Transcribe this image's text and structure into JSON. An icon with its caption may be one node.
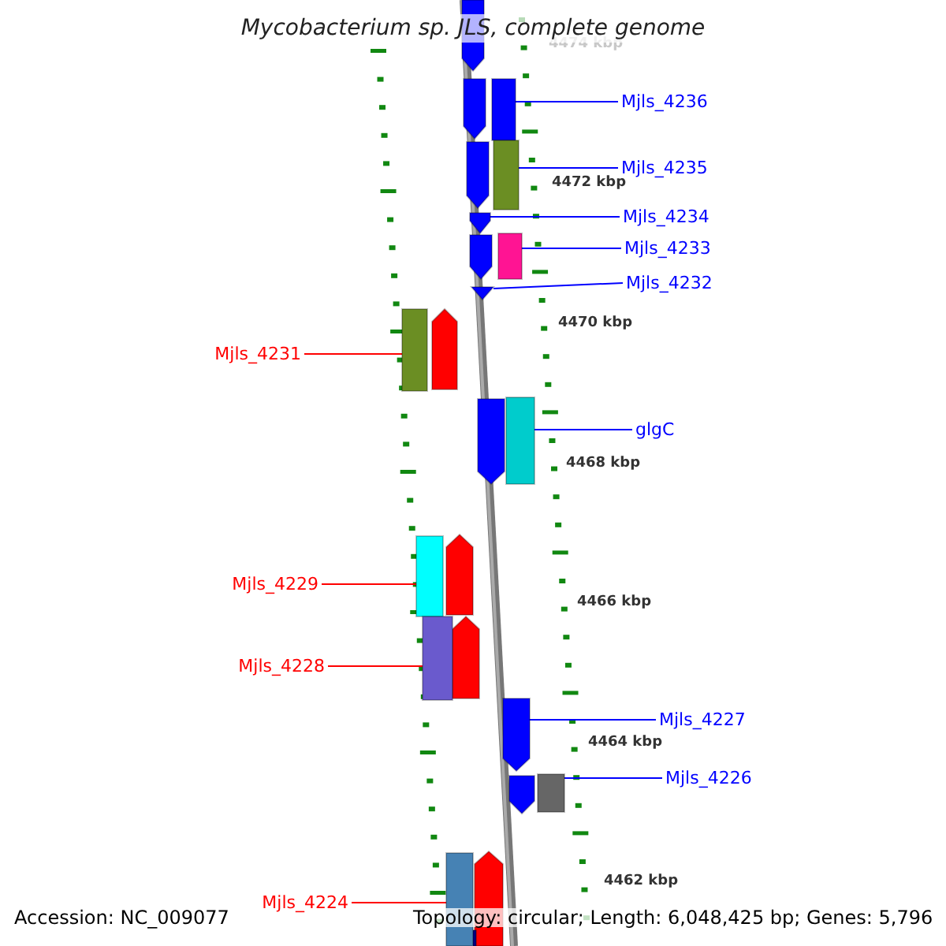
{
  "diagram": {
    "title": "Mycobacterium sp. JLS, complete genome",
    "nodes": [
      {
        "text": [
          "Mjls_4236"
        ]
      },
      {
        "text": [
          "Mjls_4235"
        ]
      },
      {
        "text": [
          "Mjls_4234"
        ]
      },
      {
        "text": [
          "Mjls_4233"
        ]
      },
      {
        "text": [
          "Mjls_4232"
        ]
      },
      {
        "text": [
          "Mjls_4231"
        ]
      },
      {
        "text": [
          "glgC"
        ]
      },
      {
        "text": [
          "Mjls_4229"
        ]
      },
      {
        "text": [
          "Mjls_4228"
        ]
      },
      {
        "text": [
          "Mjls_4227"
        ]
      },
      {
        "text": [
          "Mjls_4226"
        ]
      },
      {
        "text": [
          "Mjls_4224"
        ]
      },
      {
        "text": [],
        "shape": "bar"
      },
      {
        "text": [],
        "shape": "bar"
      },
      {
        "text": [],
        "shape": "pentagon"
      },
      {
        "text": [],
        "shape": "bar"
      },
      {
        "text": [],
        "shape": "triangle"
      },
      {
        "text": [],
        "shape": "bar"
      },
      {
        "text": [],
        "shape": "bar"
      },
      {
        "text": [],
        "shape": "bar"
      },
      {
        "text": [],
        "shape": "bar"
      },
      {
        "text": [],
        "shape": "pentagon"
      },
      {
        "text": [],
        "shape": "bar"
      },
      {
        "text": [],
        "shape": "bar"
      }
    ],
    "edges": [
      {
        "from": 0,
        "to": 12,
        "arrow": "none"
      },
      {
        "from": 1,
        "to": 13,
        "arrow": "none"
      },
      {
        "from": 2,
        "to": 14,
        "arrow": "none"
      },
      {
        "from": 3,
        "to": 15,
        "arrow": "none"
      },
      {
        "from": 4,
        "to": 16,
        "arrow": "none"
      },
      {
        "from": 5,
        "to": 17,
        "arrow": "none",
        "color": "#ff0000"
      },
      {
        "from": 6,
        "to": 18,
        "arrow": "none"
      },
      {
        "from": 7,
        "to": 19,
        "arrow": "none",
        "color": "#ff0000"
      },
      {
        "from": 8,
        "to": 20,
        "arrow": "none",
        "color": "#ff0000"
      },
      {
        "from": 9,
        "to": 21,
        "arrow": "none"
      },
      {
        "from": 10,
        "to": 22,
        "arrow": "none"
      },
      {
        "from": 11,
        "to": 23,
        "arrow": "none",
        "color": "#ff0000"
      }
    ],
    "labels": [
      "4474 kbp",
      "4472 kbp",
      "4470 kbp",
      "4468 kbp",
      "4466 kbp",
      "4464 kbp",
      "4462 kbp",
      "Accession: NC_009077",
      "Topology: circular; Length: 6,048,425 bp; Genes: 5,796"
    ]
  }
}
